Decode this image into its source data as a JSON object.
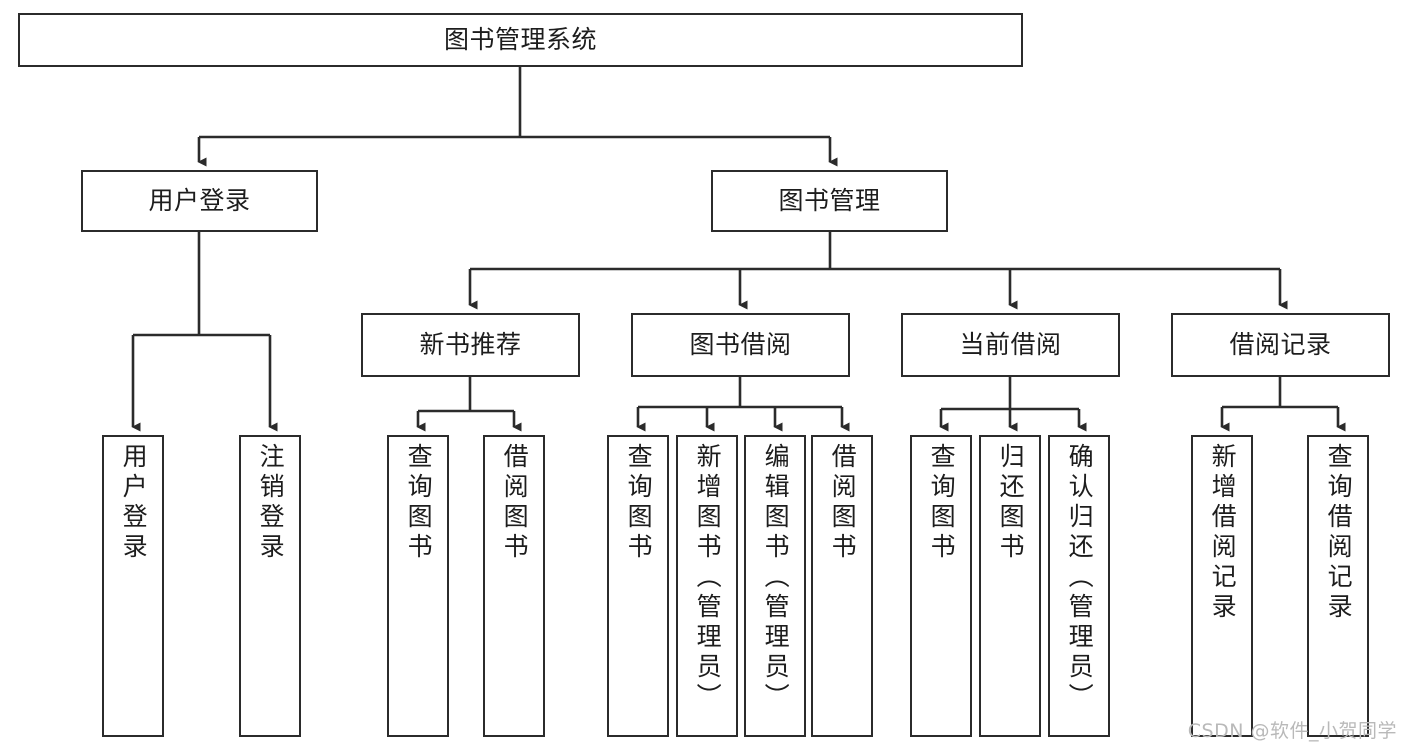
{
  "diagram": {
    "title": "图书管理系统",
    "type": "tree-hierarchy-chart",
    "colors": {
      "box_border": "#2b2b2b",
      "box_fill": "#ffffff",
      "edge": "#2b2b2b",
      "text": "#1d1d1d",
      "watermark": "#b9b9b9",
      "background": "#ffffff"
    }
  },
  "root": {
    "label": "图书管理系统"
  },
  "level2": [
    {
      "label": "用户登录"
    },
    {
      "label": "图书管理"
    }
  ],
  "level3": [
    {
      "label": "新书推荐"
    },
    {
      "label": "图书借阅"
    },
    {
      "label": "当前借阅"
    },
    {
      "label": "借阅记录"
    }
  ],
  "leaves": {
    "user_login": [
      {
        "label": "用户登录"
      },
      {
        "label": "注销登录"
      }
    ],
    "new_book_recommend": [
      {
        "label": "查询图书"
      },
      {
        "label": "借阅图书"
      }
    ],
    "book_borrow": [
      {
        "label": "查询图书"
      },
      {
        "label": "新增图书（管理员）"
      },
      {
        "label": "编辑图书（管理员）"
      },
      {
        "label": "借阅图书"
      }
    ],
    "current_borrow": [
      {
        "label": "查询图书"
      },
      {
        "label": "归还图书"
      },
      {
        "label": "确认归还（管理员）"
      }
    ],
    "borrow_record": [
      {
        "label": "新增借阅记录"
      },
      {
        "label": "查询借阅记录"
      }
    ]
  },
  "watermark": {
    "text": "CSDN @软件_小贺同学"
  }
}
